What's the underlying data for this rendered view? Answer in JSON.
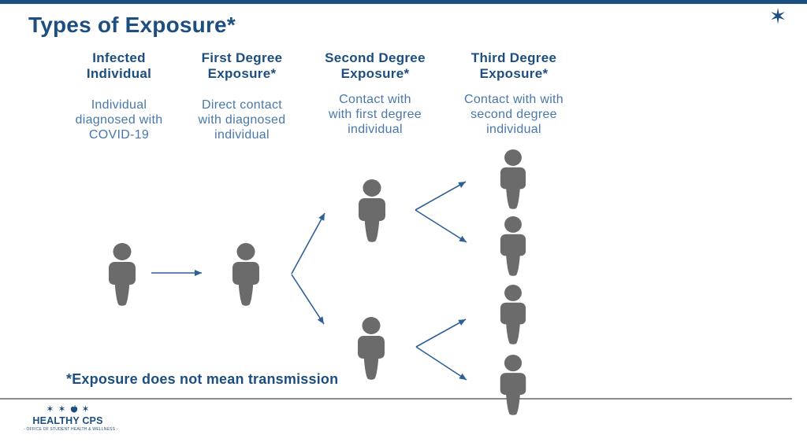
{
  "title": "Types of Exposure*",
  "corner_star_glyph": "✶",
  "columns": [
    {
      "header": "Infected\nIndividual",
      "description": "Individual\ndiagnosed with\nCOVID-19"
    },
    {
      "header": "First Degree\nExposure*",
      "description": "Direct contact\nwith diagnosed\nindividual"
    },
    {
      "header": "Second Degree\nExposure*",
      "description": "Contact with\nwith first degree\nindividual"
    },
    {
      "header": "Third Degree\nExposure*",
      "description": "Contact with with\nsecond degree\nindividual"
    }
  ],
  "footnote": "*Exposure does not mean transmission",
  "figures": {
    "infected_count": 1,
    "first_degree_count": 1,
    "second_degree_count": 2,
    "third_degree_count": 4
  },
  "logo": {
    "brand": "HEALTHY CPS",
    "tagline": "- OFFICE OF STUDENT HEALTH & WELLNESS -",
    "icon_names": [
      "six-pointed-star",
      "six-pointed-star",
      "apple",
      "six-pointed-star"
    ],
    "star_glyph": "✶"
  },
  "colors": {
    "navy": "#1D4E80",
    "desc_blue": "#4878AB",
    "person_gray": "#6B6B6B",
    "arrow_blue": "#2F5F96",
    "divider_gray": "#8A8A8A"
  }
}
